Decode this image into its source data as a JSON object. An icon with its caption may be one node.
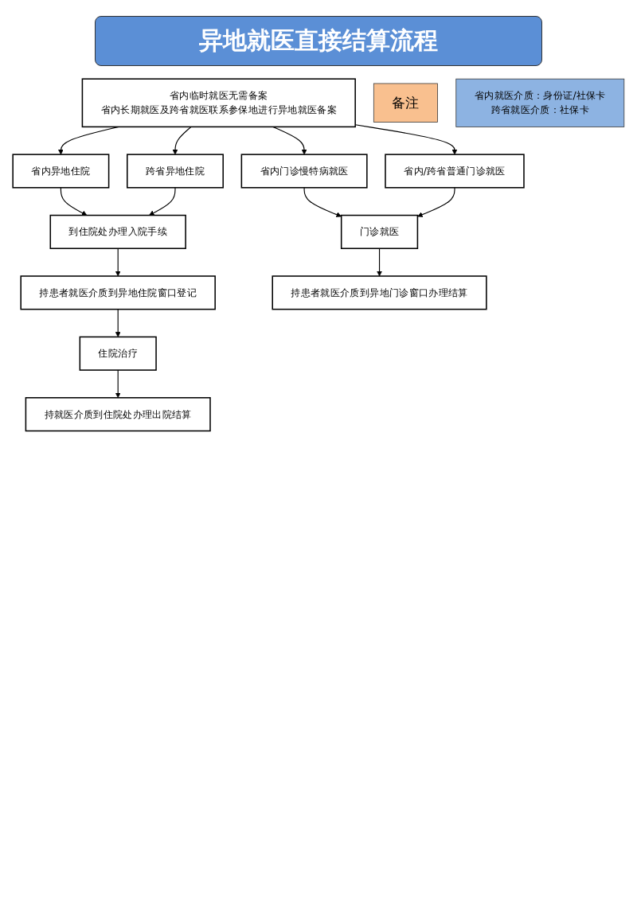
{
  "diagram": {
    "title": "异地就医直接结算流程",
    "nodes": [
      {
        "text": [
          "省内临时就医无需备案",
          "省内长期就医及跨省就医联系参保地进行异地就医备案"
        ]
      },
      {
        "text": [
          "省内异地住院"
        ]
      },
      {
        "text": [
          "跨省异地住院"
        ]
      },
      {
        "text": [
          "省内门诊慢特病就医"
        ]
      },
      {
        "text": [
          "省内/跨省普通门诊就医"
        ]
      },
      {
        "text": [
          "到住院处办理入院手续"
        ]
      },
      {
        "text": [
          "门诊就医"
        ]
      },
      {
        "text": [
          "持患者就医介质到异地住院窗口登记"
        ]
      },
      {
        "text": [
          "持患者就医介质到异地门诊窗口办理结算"
        ]
      },
      {
        "text": [
          "住院治疗"
        ]
      },
      {
        "text": [
          "持就医介质到住院处办理出院结算"
        ]
      },
      {
        "text": [
          "备注"
        ]
      },
      {
        "text": [
          "省内就医介质：身份证/社保卡",
          "跨省就医介质：社保卡"
        ]
      }
    ],
    "edges": [
      {
        "from": 0,
        "to": 1,
        "arrow": "to"
      },
      {
        "from": 0,
        "to": 2,
        "arrow": "to"
      },
      {
        "from": 0,
        "to": 3,
        "arrow": "to"
      },
      {
        "from": 0,
        "to": 4,
        "arrow": "to"
      },
      {
        "from": 1,
        "to": 5,
        "arrow": "to"
      },
      {
        "from": 2,
        "to": 5,
        "arrow": "to"
      },
      {
        "from": 3,
        "to": 6,
        "arrow": "to"
      },
      {
        "from": 4,
        "to": 6,
        "arrow": "to"
      },
      {
        "from": 5,
        "to": 7,
        "arrow": "to"
      },
      {
        "from": 6,
        "to": 8,
        "arrow": "to"
      },
      {
        "from": 7,
        "to": 9,
        "arrow": "to"
      },
      {
        "from": 9,
        "to": 10,
        "arrow": "to"
      }
    ]
  }
}
